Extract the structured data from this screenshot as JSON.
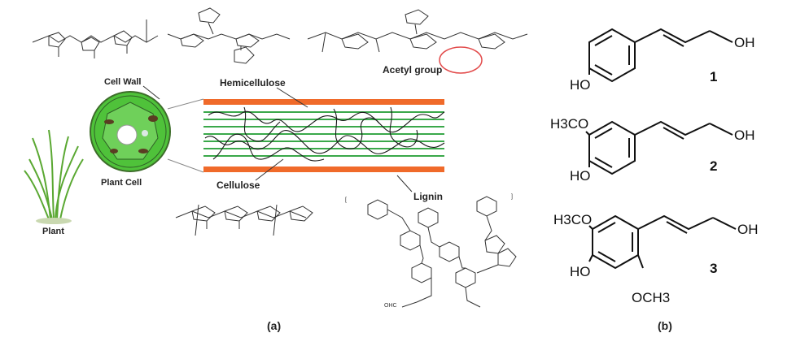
{
  "panel_a": {
    "caption": "(a)",
    "labels": {
      "cell_wall": "Cell Wall",
      "hemicellulose": "Hemicellulose",
      "acetyl_group": "Acetyl group",
      "plant_cell": "Plant Cell",
      "cellulose": "Cellulose",
      "lignin": "Lignin",
      "plant": "Plant"
    },
    "colors": {
      "wall_band": "#f06a2a",
      "cellulose_fiber": "#3aa84a",
      "cell_green": "#4fc23a",
      "acetyl_circle": "#e24a4a",
      "plant_green": "#5aa832"
    }
  },
  "panel_b": {
    "caption": "(b)",
    "compounds": [
      {
        "number": "1",
        "oh_ring": "HO",
        "oh_chain": "OH"
      },
      {
        "number": "2",
        "oh_ring": "HO",
        "oh_chain": "OH",
        "methoxy": "H3CO"
      },
      {
        "number": "3",
        "oh_ring": "HO",
        "oh_chain": "OH",
        "methoxy": "H3CO",
        "methoxy2": "OCH3"
      }
    ]
  }
}
